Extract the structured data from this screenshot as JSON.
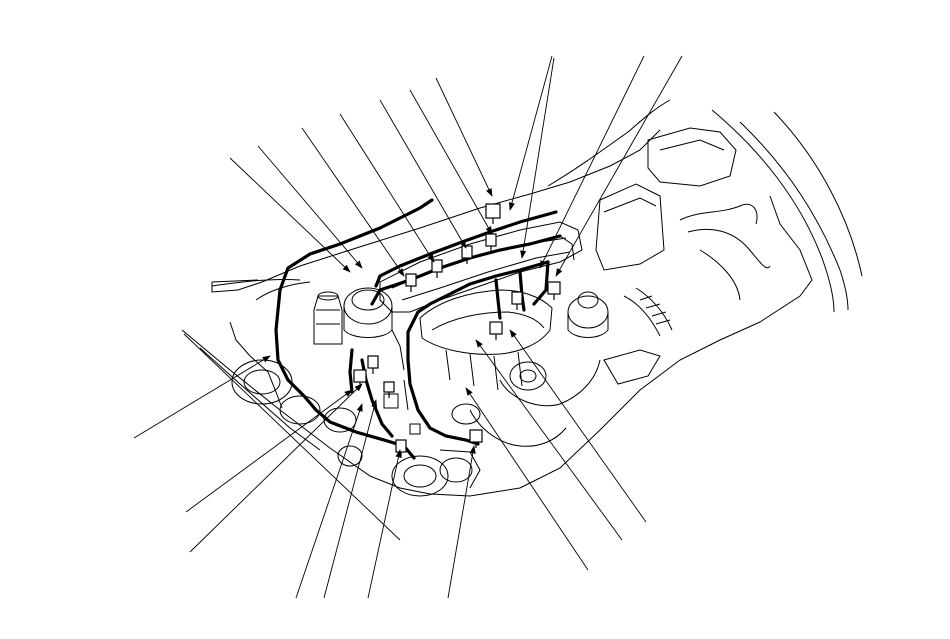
{
  "diagram": {
    "kind": "engine-compartment-harness-routing",
    "callouts": [
      {
        "id": "c1"
      },
      {
        "id": "c2"
      },
      {
        "id": "c3"
      },
      {
        "id": "c4"
      },
      {
        "id": "c5"
      },
      {
        "id": "c6"
      },
      {
        "id": "c7"
      },
      {
        "id": "c8"
      },
      {
        "id": "c9"
      },
      {
        "id": "c10"
      },
      {
        "id": "c11"
      },
      {
        "id": "c12"
      },
      {
        "id": "c13"
      },
      {
        "id": "c14"
      },
      {
        "id": "c15"
      },
      {
        "id": "c16"
      },
      {
        "id": "c17"
      },
      {
        "id": "c18"
      },
      {
        "id": "c19"
      }
    ],
    "connectors": [
      {
        "id": "k1"
      },
      {
        "id": "k2"
      },
      {
        "id": "k3"
      },
      {
        "id": "k4"
      },
      {
        "id": "k5"
      },
      {
        "id": "k6"
      },
      {
        "id": "k7"
      },
      {
        "id": "k8"
      },
      {
        "id": "k9"
      },
      {
        "id": "k10"
      },
      {
        "id": "k11"
      },
      {
        "id": "k12"
      },
      {
        "id": "k13"
      }
    ],
    "colors": {
      "line": "#000000",
      "background": "#ffffff"
    }
  }
}
